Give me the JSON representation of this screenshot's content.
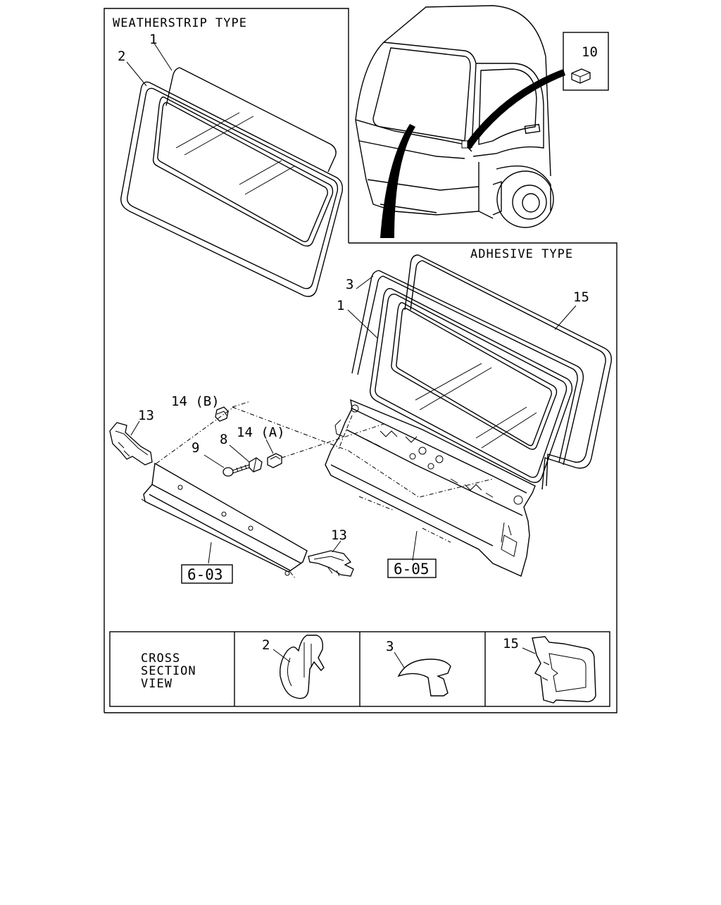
{
  "headings": {
    "weatherstrip_type": "WEATHERSTRIP TYPE",
    "adhesive_type": "ADHESIVE TYPE"
  },
  "callouts": {
    "c1_top": "1",
    "c2_top": "2",
    "c10": "10",
    "c3": "3",
    "c1_mid": "1",
    "c15": "15",
    "c14b": "14 (B)",
    "c13_left": "13",
    "c8": "8",
    "c14a": "14 (A)",
    "c9": "9",
    "c13_right": "13"
  },
  "ref_boxes": {
    "ref_603": "6-03",
    "ref_605": "6-05"
  },
  "cross_section": {
    "title_line1": "CROSS",
    "title_line2": "SECTION",
    "title_line3": "VIEW",
    "label_2": "2",
    "label_3": "3",
    "label_15": "15"
  }
}
